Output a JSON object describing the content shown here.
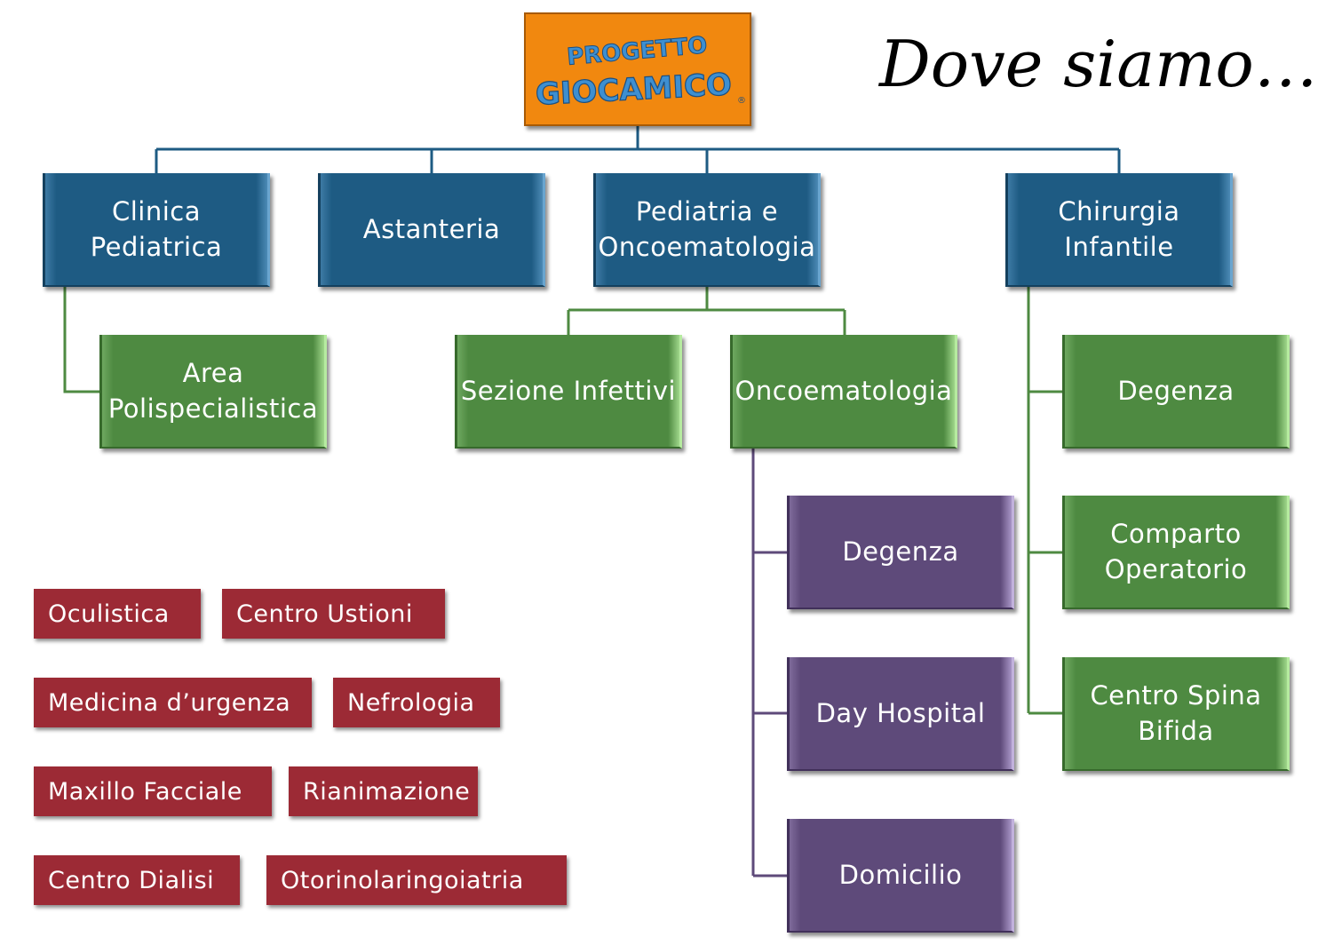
{
  "title": "Dove siamo…",
  "logo": {
    "line1": "PROGETTO",
    "line2": "GIOCAMICO",
    "mark": "®"
  },
  "departments": [
    {
      "label": "Clinica\nPediatrica"
    },
    {
      "label": "Astanteria"
    },
    {
      "label": "Pediatria e\nOncoematologia"
    },
    {
      "label": "Chirurgia\nInfantile"
    }
  ],
  "sub_units": {
    "area_polispecialistica": "Area\nPolispecialistica",
    "sezione_infettivi": "Sezione Infettivi",
    "oncoematologia": "Oncoematologia",
    "degenza_chirurgia": "Degenza",
    "comparto_operatorio": "Comparto\nOperatorio",
    "centro_spina_bifida": "Centro Spina\nBifida"
  },
  "onco_units": [
    {
      "label": "Degenza"
    },
    {
      "label": "Day Hospital"
    },
    {
      "label": "Domicilio"
    }
  ],
  "other_wards": [
    "Oculistica",
    "Centro Ustioni",
    "Medicina d’urgenza",
    "Nefrologia",
    "Maxillo Facciale",
    "Rianimazione",
    "Centro Dialisi",
    "Otorinolaringoiatria"
  ],
  "colors": {
    "department": "#1e5b83",
    "sub_unit": "#4e8a41",
    "onco_unit": "#5e4a7a",
    "other_ward": "#9c2a35",
    "logo_bg": "#f1880f",
    "connector_blue": "#1e5b83",
    "connector_green": "#4e8a41",
    "connector_purple": "#5e4a7a"
  }
}
